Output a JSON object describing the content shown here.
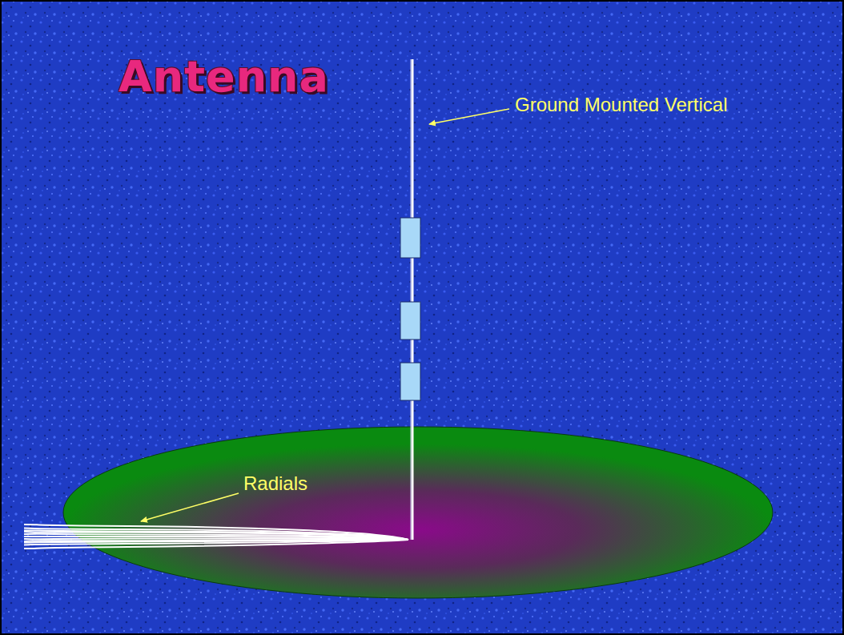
{
  "diagram": {
    "title": "Antenna",
    "labels": [
      "Ground Mounted Vertical",
      "Radials"
    ]
  }
}
